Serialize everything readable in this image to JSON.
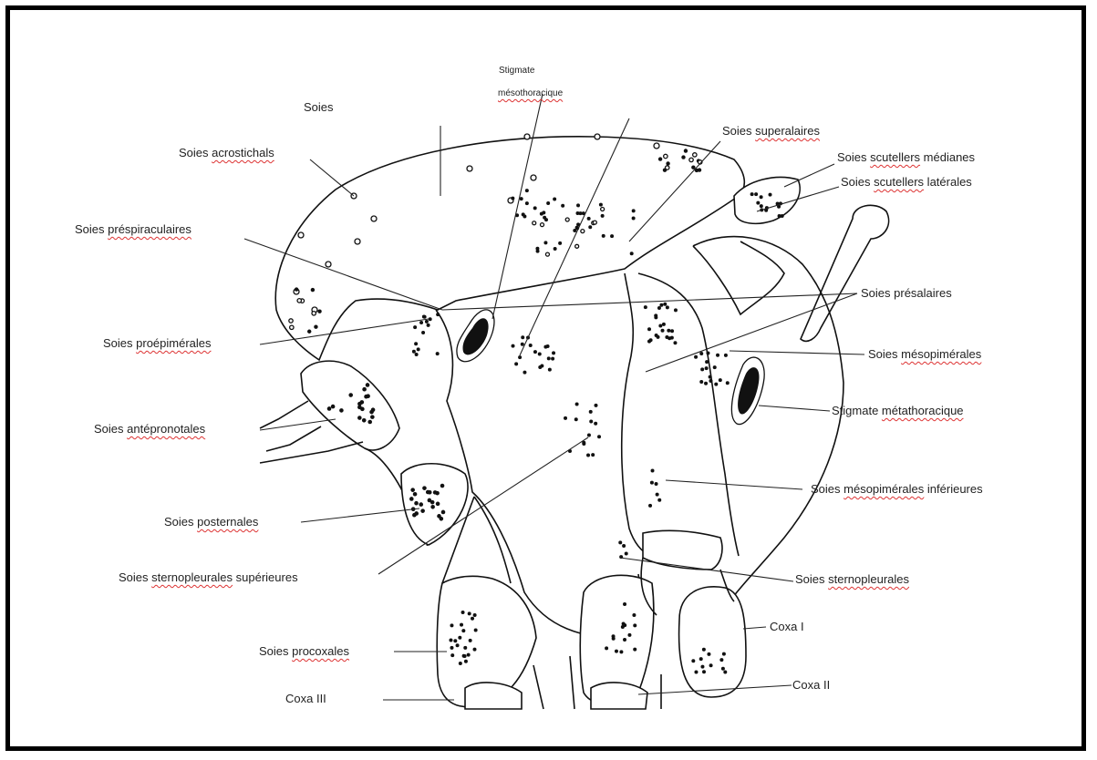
{
  "labels": [
    {
      "id": "soies",
      "pre": "Soies",
      "u": "",
      "post": ""
    },
    {
      "id": "stigmate_meso_1",
      "pre": "Stigmate",
      "u": "",
      "post": ""
    },
    {
      "id": "stigmate_meso_2",
      "pre": "",
      "u": "mésothoracique",
      "post": ""
    },
    {
      "id": "acrostichals",
      "pre": "Soies ",
      "u": "acrostichals",
      "post": ""
    },
    {
      "id": "superalaires",
      "pre": "Soies ",
      "u": "superalaires",
      "post": ""
    },
    {
      "id": "scutellers_medianes",
      "pre": "Soies ",
      "u": "scutellers",
      "post": " médianes"
    },
    {
      "id": "scutellers_laterales",
      "pre": "Soies ",
      "u": "scutellers",
      "post": " latérales"
    },
    {
      "id": "prespiraculaires",
      "pre": "Soies ",
      "u": "préspiraculaires",
      "post": ""
    },
    {
      "id": "presalaires",
      "pre": "Soies présalaires",
      "u": "",
      "post": ""
    },
    {
      "id": "proepimerales",
      "pre": "Soies ",
      "u": "proépimérales",
      "post": ""
    },
    {
      "id": "mesopimerales",
      "pre": "Soies ",
      "u": "mésopimérales",
      "post": ""
    },
    {
      "id": "stigmate_meta",
      "pre": "Stigmate ",
      "u": "métathoracique",
      "post": ""
    },
    {
      "id": "antepronotales",
      "pre": "Soies ",
      "u": "antépronotales",
      "post": ""
    },
    {
      "id": "mesopimerales_inf",
      "pre": "Soies ",
      "u": "mésopimérales",
      "post": " inférieures"
    },
    {
      "id": "posternales",
      "pre": "Soies ",
      "u": "posternales",
      "post": ""
    },
    {
      "id": "sternopleurales_sup",
      "pre": "Soies ",
      "u": "sternopleurales",
      "post": " supérieures"
    },
    {
      "id": "sternopleurales",
      "pre": "Soies ",
      "u": "sternopleurales",
      "post": ""
    },
    {
      "id": "coxa_i",
      "pre": "Coxa I",
      "u": "",
      "post": ""
    },
    {
      "id": "procoxales",
      "pre": "Soies ",
      "u": "procoxales",
      "post": ""
    },
    {
      "id": "coxa_ii",
      "pre": "Coxa II",
      "u": "",
      "post": ""
    },
    {
      "id": "coxa_iii",
      "pre": "Coxa III",
      "u": "",
      "post": ""
    }
  ]
}
